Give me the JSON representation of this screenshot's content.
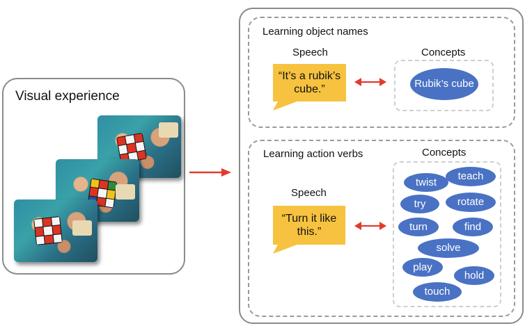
{
  "visual": {
    "title": "Visual experience"
  },
  "nouns": {
    "title": "Learning object names",
    "speech_label": "Speech",
    "concepts_label": "Concepts",
    "utterance": "“It’s a rubik’s cube.”",
    "concepts": [
      "Rubik’s cube"
    ]
  },
  "verbs": {
    "title": "Learning action verbs",
    "speech_label": "Speech",
    "concepts_label": "Concepts",
    "utterance": "“Turn it like this.”",
    "concepts": [
      "twist",
      "teach",
      "try",
      "rotate",
      "turn",
      "find",
      "solve",
      "play",
      "hold",
      "touch"
    ]
  },
  "colors": {
    "arrow": "#e23b2e",
    "bubble": "#f7c23f",
    "concept": "#4a72c4",
    "border": "#8a8a8a"
  }
}
